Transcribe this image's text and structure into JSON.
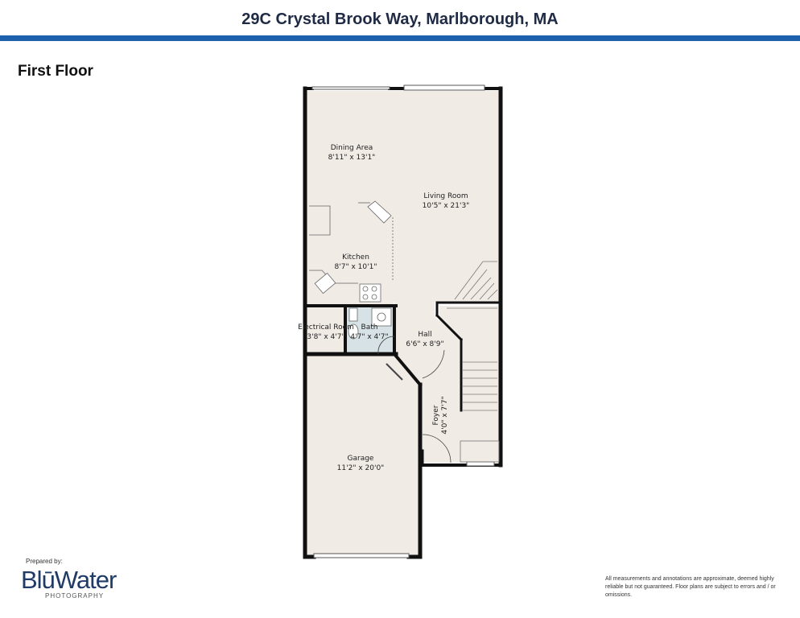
{
  "header": {
    "title": "29C Crystal Brook Way, Marlborough, MA",
    "accent_color": "#1d61ad"
  },
  "floor": {
    "label": "First Floor"
  },
  "rooms": {
    "dining": {
      "name": "Dining Area",
      "dims": "8'11\" x 13'1\""
    },
    "living": {
      "name": "Living Room",
      "dims": "10'5\" x 21'3\""
    },
    "kitchen": {
      "name": "Kitchen",
      "dims": "8'7\" x 10'1\""
    },
    "electrical": {
      "name": "Electrical Room",
      "dims": "3'8\" x 4'7\""
    },
    "bath": {
      "name": "Bath",
      "dims": "4'7\" x 4'7\""
    },
    "hall": {
      "name": "Hall",
      "dims": "6'6\" x 8'9\""
    },
    "foyer": {
      "name": "Foyer",
      "dims": "4'0\" x 7'7\""
    },
    "garage": {
      "name": "Garage",
      "dims": "11'2\" x 20'0\""
    }
  },
  "branding": {
    "prepared_by": "Prepared by:",
    "logo_main": "BlūWater",
    "logo_sub": "PHOTOGRAPHY"
  },
  "disclaimer": "All measurements and annotations are approximate, deemed highly reliable but not guaranteed. Floor plans are subject to errors and / or omissions."
}
